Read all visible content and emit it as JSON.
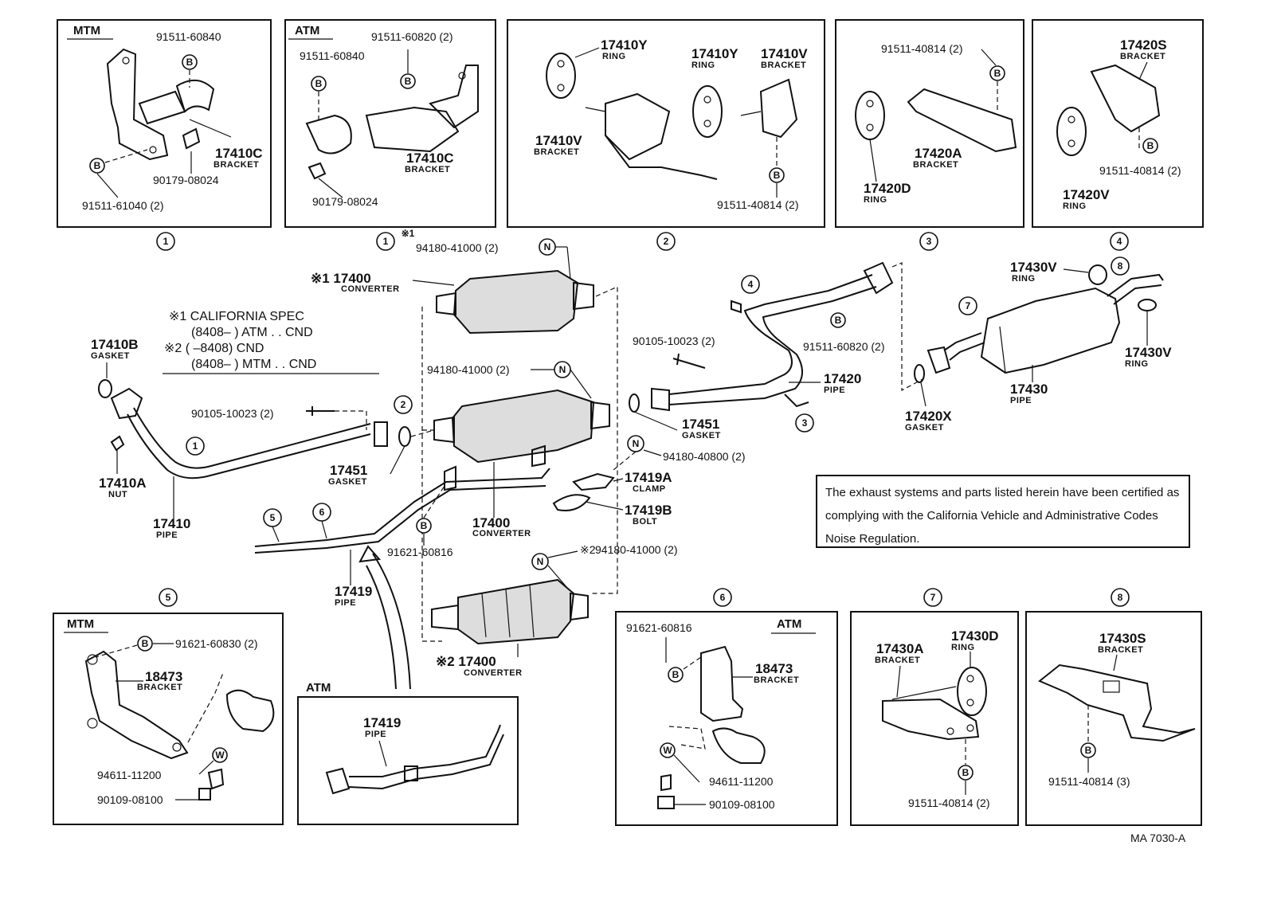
{
  "boxes": {
    "b1_mtm": {
      "tag": "MTM",
      "bolt_top": "91511-60840",
      "code": "17410C",
      "name": "BRACKET",
      "nut": "90179-08024",
      "bolt_bottom": "91511-61040 (2)",
      "ref": "1"
    },
    "b1_atm": {
      "tag": "ATM",
      "bolt_a": "91511-60840",
      "bolt_b": "91511-60820 (2)",
      "code": "17410C",
      "name": "BRACKET",
      "nut": "90179-08024",
      "ref": "1"
    },
    "b2": {
      "ring1": "17410Y",
      "ring1_name": "RING",
      "ring2": "17410Y",
      "ring2_name": "RING",
      "bracket1": "17410V",
      "bracket1_name": "BRACKET",
      "bracket2": "17410V",
      "bracket2_name": "BRACKET",
      "bolt": "91511-40814 (2)",
      "ref": "2"
    },
    "b3": {
      "bolt": "91511-40814 (2)",
      "code": "17420A",
      "name": "BRACKET",
      "ring": "17420D",
      "ring_name": "RING",
      "ref": "3"
    },
    "b4": {
      "code": "17420S",
      "name": "BRACKET",
      "bolt": "91511-40814 (2)",
      "ring": "17420V",
      "ring_name": "RING",
      "ref": "4"
    },
    "b5": {
      "tag": "MTM",
      "bolt": "91621-60830 (2)",
      "code": "18473",
      "name": "BRACKET",
      "washer": "94611-11200",
      "screw": "90109-08100",
      "ref": "5"
    },
    "b6": {
      "tag": "ATM",
      "bolt": "91621-60816",
      "code": "18473",
      "name": "BRACKET",
      "washer": "94611-11200",
      "screw": "90109-08100",
      "ref": "6"
    },
    "b7": {
      "code": "17430A",
      "name": "BRACKET",
      "ring": "17430D",
      "ring_name": "RING",
      "bolt": "91511-40814 (2)",
      "ref": "7"
    },
    "b8": {
      "code": "17430S",
      "name": "BRACKET",
      "bolt": "91511-40814 (3)",
      "ref": "8"
    },
    "atm_pipe": {
      "tag": "ATM",
      "code": "17419",
      "name": "PIPE"
    }
  },
  "legend": {
    "l1": "※1 CALIFORNIA  SPEC",
    "l2": "(8408–        ) ATM . . CND",
    "l3": "※2 (        –8408) CND",
    "l4": "(8408–        ) MTM . . CND"
  },
  "parts": {
    "conv1_mark": "※1",
    "conv1_nut": "94180-41000 (2)",
    "conv1_code": "※1 17400",
    "conv1_name": "CONVERTER",
    "conv_nut": "94180-41000 (2)",
    "conv_code": "17400",
    "conv_name": "CONVERTER",
    "conv2_mark_nut": "※2",
    "conv2_nut": "94180-41000 (2)",
    "conv2_code": "※2 17400",
    "conv2_name": "CONVERTER",
    "gasket_b": "17410B",
    "gasket_b_name": "GASKET",
    "bolt_front": "90105-10023 (2)",
    "nut_a": "17410A",
    "nut_a_name": "NUT",
    "pipe_front": "17410",
    "pipe_front_name": "PIPE",
    "gasket_1": "17451",
    "gasket_1_name": "GASKET",
    "gasket_2": "17451",
    "gasket_2_name": "GASKET",
    "bolt_center": "90105-10023 (2)",
    "pipe_center": "17420",
    "pipe_center_name": "PIPE",
    "bolt_center_b": "91511-60820 (2)",
    "clamp_nut": "94180-40800 (2)",
    "clamp": "17419A",
    "clamp_name": "CLAMP",
    "bolt_19b": "17419B",
    "bolt_19b_name": "BOLT",
    "bolt_16": "91621-60816",
    "pipe_19": "17419",
    "pipe_19_name": "PIPE",
    "ring_v1": "17430V",
    "ring_v1_name": "RING",
    "ring_v2": "17430V",
    "ring_v2_name": "RING",
    "muffler": "17430",
    "muffler_name": "PIPE",
    "gasket_x": "17420X",
    "gasket_x_name": "GASKET"
  },
  "note": "The exhaust systems and parts listed herein have been certified as complying with the California Vehicle and Administrative Codes Noise Regulation.",
  "footer": "MA  7030-A"
}
